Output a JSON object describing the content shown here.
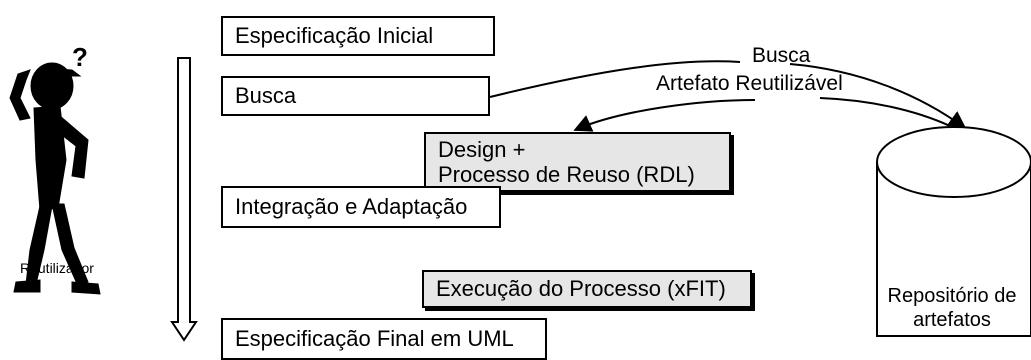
{
  "actor": {
    "label": "Reutilizador"
  },
  "steps": {
    "especificacao_inicial": "Especificação Inicial",
    "busca": "Busca",
    "design_line1": "Design +",
    "design_line2": "Processo de Reuso (RDL)",
    "integracao": "Integração e Adaptação",
    "execucao": "Execução do Processo (xFIT)",
    "especificacao_final": "Especificação Final em UML"
  },
  "search_label": {
    "line1": "Busca",
    "line2": "Artefato Reutilizável"
  },
  "repository": {
    "line1": "Repositório de",
    "line2": "artefatos"
  },
  "colors": {
    "gray_box": "#e6e6e6",
    "stroke": "#000000"
  }
}
